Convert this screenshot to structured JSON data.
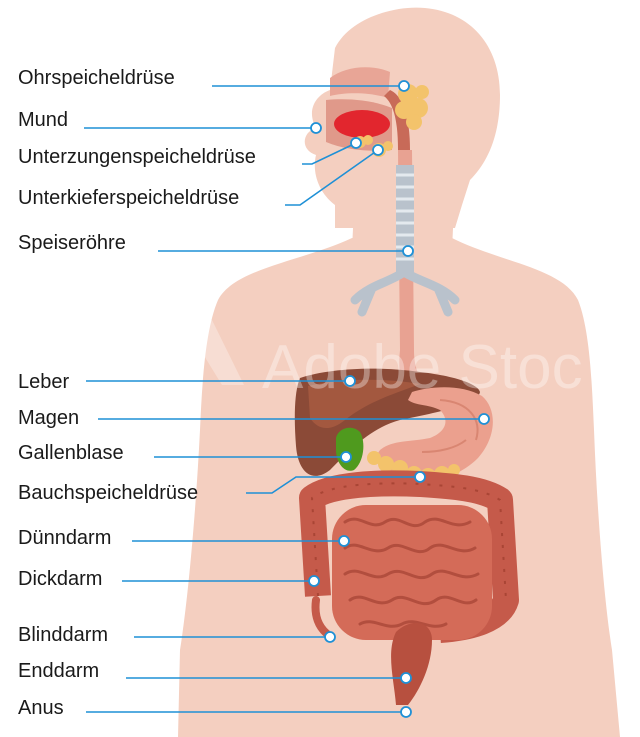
{
  "labels": [
    {
      "id": "ohrspeicheldruese",
      "text": "Ohrspeicheldrüse"
    },
    {
      "id": "mund",
      "text": "Mund"
    },
    {
      "id": "unterzungenspeicheldruese",
      "text": "Unterzungenspeicheldrüse"
    },
    {
      "id": "unterkieferspeicheldruese",
      "text": "Unterkieferspeicheldrüse"
    },
    {
      "id": "speiseroehre",
      "text": "Speiseröhre"
    },
    {
      "id": "leber",
      "text": "Leber"
    },
    {
      "id": "magen",
      "text": "Magen"
    },
    {
      "id": "gallenblase",
      "text": "Gallenblase"
    },
    {
      "id": "bauchspeicheldruese",
      "text": "Bauchspeicheldrüse"
    },
    {
      "id": "duenndarm",
      "text": "Dünndarm"
    },
    {
      "id": "dickdarm",
      "text": "Dickdarm"
    },
    {
      "id": "blinddarm",
      "text": "Blinddarm"
    },
    {
      "id": "enddarm",
      "text": "Enddarm"
    },
    {
      "id": "anus",
      "text": "Anus"
    }
  ],
  "watermark": "Adobe Stoc",
  "colors": {
    "body": "#f4cfc0",
    "leader": "#1e90d6",
    "liver": "#8b4a37",
    "stomach": "#eba08e",
    "intestine": "#c55a4a",
    "gallbladder": "#4f9a1e",
    "gland": "#f3c36b"
  }
}
